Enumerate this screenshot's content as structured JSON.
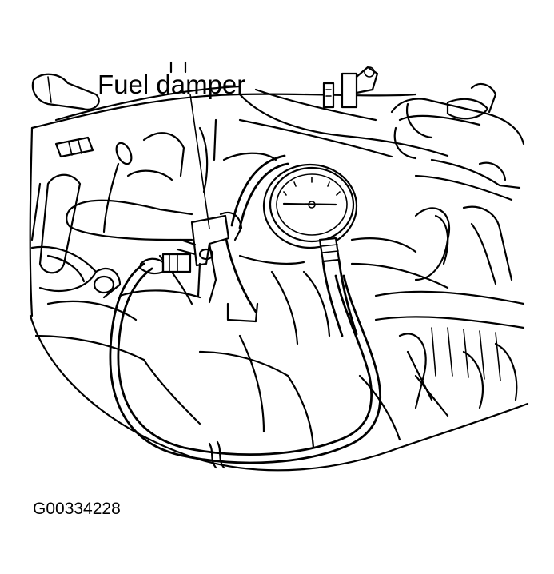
{
  "diagram": {
    "callout_label": "Fuel damper",
    "figure_code": "G00334228",
    "colors": {
      "line": "#000000",
      "background": "#ffffff"
    },
    "components": [
      "fuel-damper",
      "fuel-pressure-gauge",
      "gauge-hose",
      "engine-compartment"
    ]
  }
}
